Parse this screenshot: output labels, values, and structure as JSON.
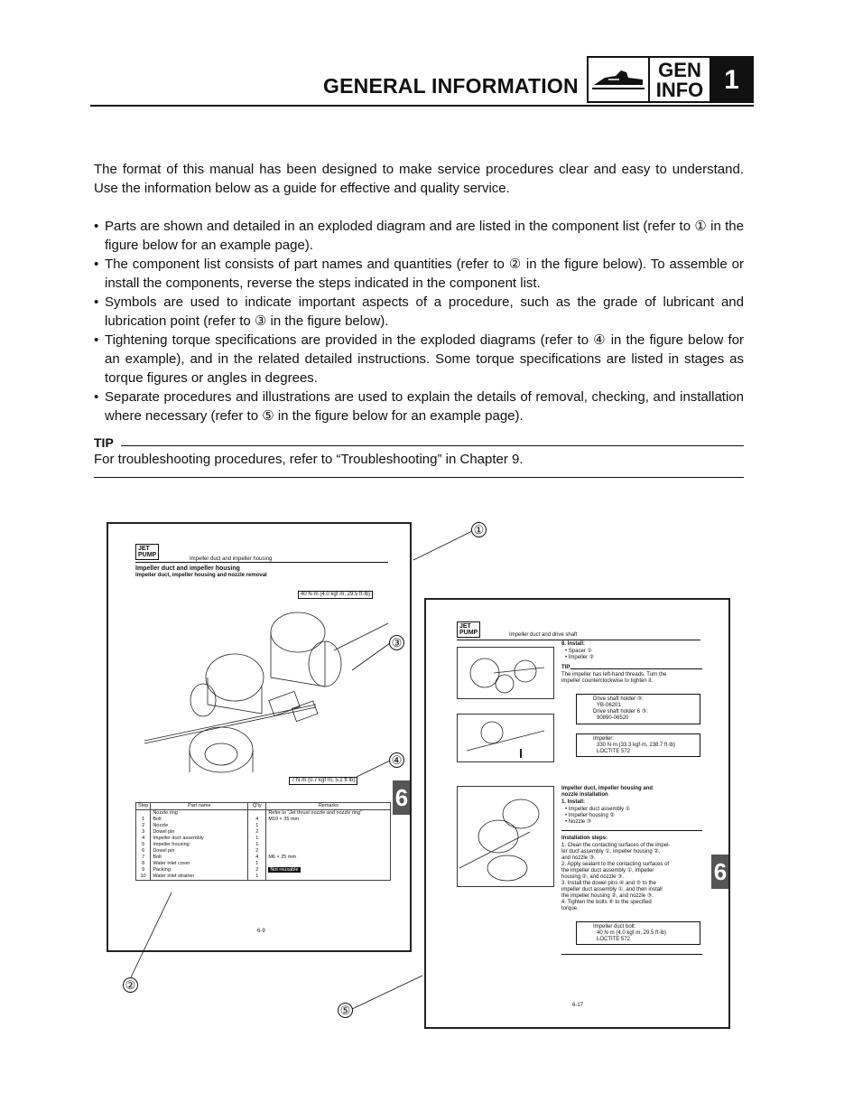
{
  "header": {
    "title": "GENERAL INFORMATION",
    "gen_line1": "GEN",
    "gen_line2": "INFO",
    "chapter_num": "1",
    "icon": "jet-ski-icon"
  },
  "intro": "The format of this manual has been designed to make service procedures clear and easy to understand. Use the information below as a guide for effective and quality service.",
  "bullets": [
    "Parts are shown and detailed in an exploded diagram and are listed in the component list (refer to ① in the figure below for an example page).",
    "The component list consists of part names and quantities (refer to ② in the figure below). To assemble or install the components, reverse the steps indicated in the component list.",
    "Symbols are used to indicate important aspects of a procedure, such as the grade of lubricant and lubrication point (refer to ③ in the figure below).",
    "Tightening torque specifications are provided in the exploded diagrams (refer to ④ in the figure below for an example), and in the related detailed instructions. Some torque specifications are listed in stages as torque figures or angles in degrees.",
    "Separate procedures and illustrations are used to explain the details of removal, checking, and installation where necessary (refer to ⑤ in the figure below for an example page)."
  ],
  "tip": {
    "label": "TIP",
    "text": "For troubleshooting procedures, refer to “Troubleshooting” in Chapter 9."
  },
  "callouts": [
    "①",
    "②",
    "③",
    "④",
    "⑤"
  ],
  "left_page": {
    "jet": "JET",
    "pump": "PUMP",
    "header": "Impeller duct and impeller housing",
    "title": "Impeller duct and impeller housing",
    "subtitle": "Impeller duct, impeller housing and nozzle removal",
    "torque_top": "40 N·m (4.0 kgf·m, 29.5 ft·lb)",
    "torque_bottom": "7 N·m (0.7 kgf·m, 5.2 ft·lb)",
    "tab": "6",
    "page_no": "6-9",
    "table": {
      "headers": [
        "Step",
        "Part name",
        "Q'ty",
        "Remarks"
      ],
      "rows": [
        [
          "",
          "Nozzle ring",
          "",
          "Refer to “Jet thrust nozzle and nozzle ring”"
        ],
        [
          "1",
          "Bolt",
          "4",
          "M10 × 35 mm"
        ],
        [
          "2",
          "Nozzle",
          "1",
          ""
        ],
        [
          "3",
          "Dowel pin",
          "2",
          ""
        ],
        [
          "4",
          "Impeller duct assembly",
          "1",
          ""
        ],
        [
          "5",
          "Impeller housing",
          "1",
          ""
        ],
        [
          "6",
          "Dowel pin",
          "2",
          ""
        ],
        [
          "7",
          "Bolt",
          "4",
          "M6 × 25 mm"
        ],
        [
          "8",
          "Water inlet cover",
          "1",
          ""
        ],
        [
          "9",
          "Packing",
          "2",
          "Not reusable"
        ],
        [
          "10",
          "Water inlet strainer",
          "1",
          ""
        ]
      ]
    }
  },
  "right_page": {
    "jet": "JET",
    "pump": "PUMP",
    "header": "Impeller duct and drive shaft",
    "step_install": "8. Install:",
    "install_items": [
      "• Spacer ①",
      "• Impeller ②"
    ],
    "tip_label": "TIP",
    "tip_text_1": "The impeller has left-hand threads. Turn the",
    "tip_text_2": "impeller counterclockwise to tighten it.",
    "tool_lines": [
      "Drive shaft holder ③:",
      "YB-06201",
      "Drive shaft holder 6 ③:",
      "90890-06520"
    ],
    "impeller_torque": [
      "Impeller:",
      "330 N·m (33.3 kgf·m, 238.7 ft·lb)",
      "LOCTITE 572"
    ],
    "section2_title_1": "Impeller duct, impeller housing and",
    "section2_title_2": "nozzle installation",
    "section2_step": "1. Install:",
    "section2_items": [
      "• Impeller duct assembly ①",
      "• Impeller housing ②",
      "• Nozzle ③"
    ],
    "inst_steps_title": "Installation steps:",
    "inst_steps": [
      "1. Clean the contacting surfaces of the impel-",
      "   ler duct assembly ①, impeller housing ②,",
      "   and nozzle ③.",
      "2. Apply sealant to the contacting surfaces of",
      "   the impeller duct assembly ①, impeller",
      "   housing ②, and nozzle ③.",
      "3. Install the dowel pins ④ and ⑤ to the",
      "   impeller duct assembly ①, and then install",
      "   the impeller housing ②, and nozzle ③.",
      "4. Tighten the bolts ⑥ to the specified",
      "   torque."
    ],
    "duct_bolt_torque": [
      "Impeller duct bolt:",
      "40 N·m (4.0 kgf·m, 29.5 ft·lb)",
      "LOCTITE 572"
    ],
    "tab": "6",
    "page_no": "6-17"
  }
}
